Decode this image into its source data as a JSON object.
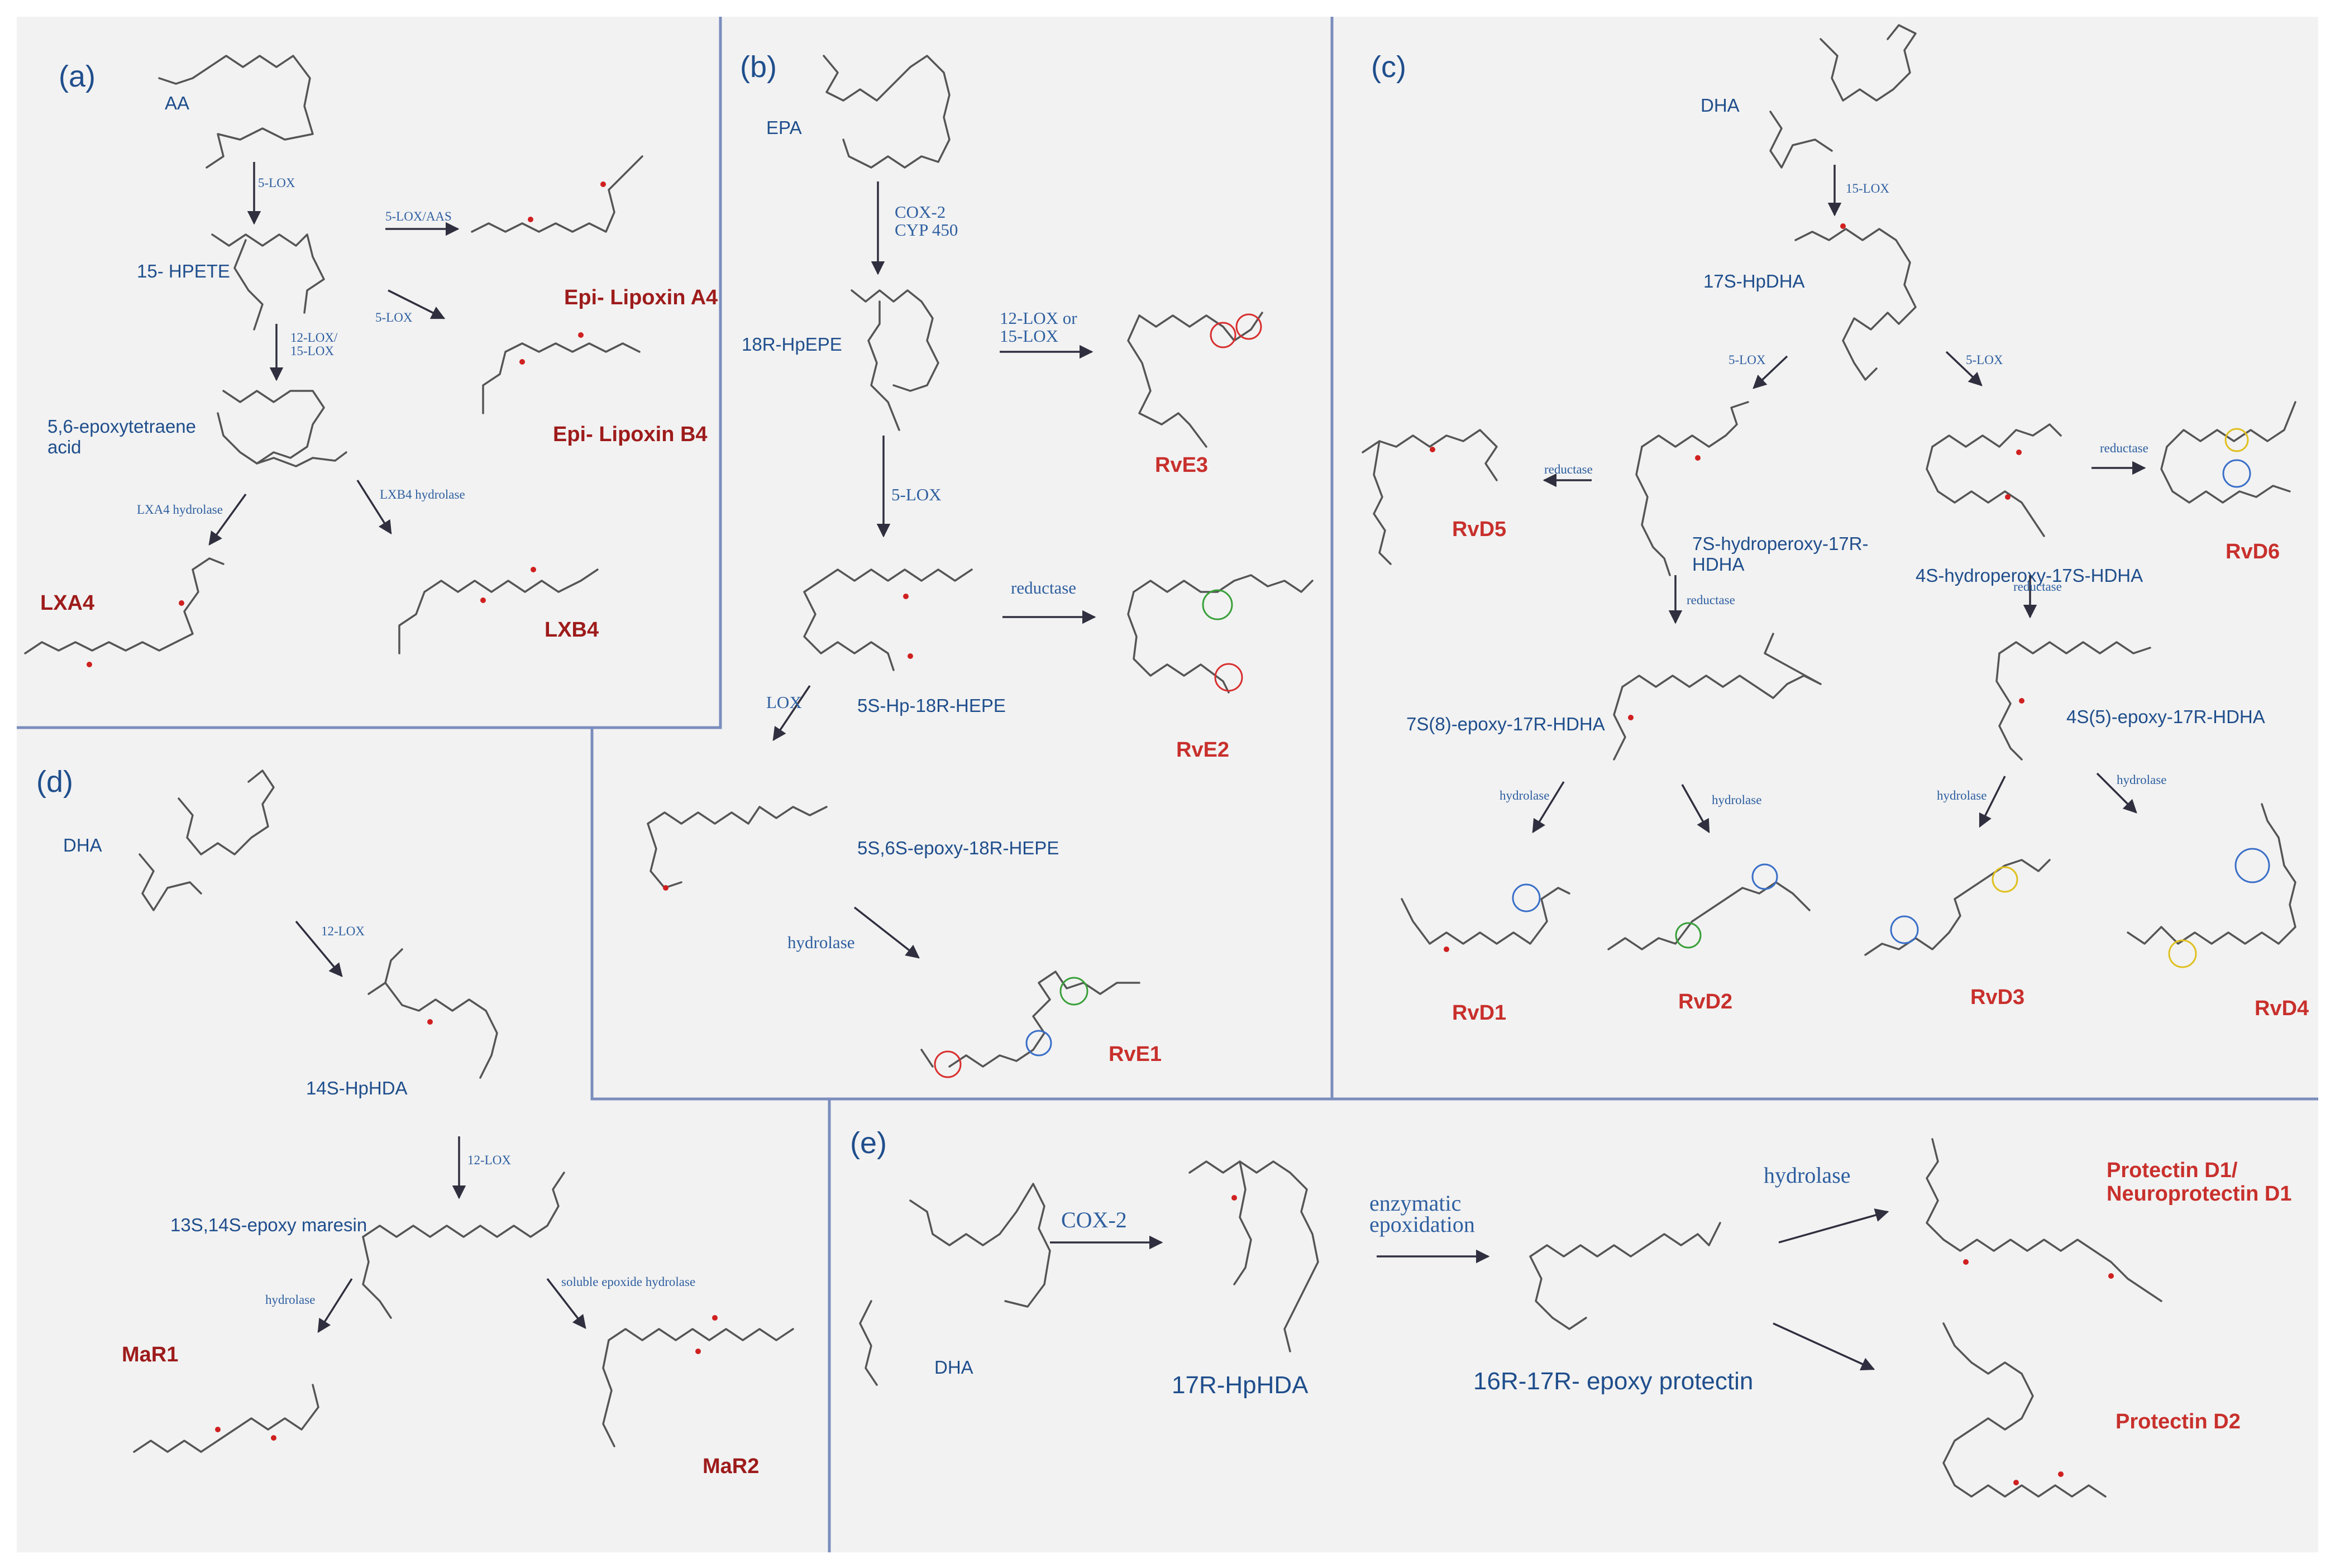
{
  "panels": {
    "a": {
      "label": "(a)",
      "compounds": {
        "aa": "AA",
        "hpete": "15- HPETE",
        "epoxy": "5,6-epoxytetraene",
        "epoxy2": "acid"
      },
      "enzymes": {
        "lox5": "5-LOX",
        "lox5aas": "5-LOX/AAS",
        "lox5b": "5-LOX",
        "lox12": "12-LOX/",
        "lox15": "15-LOX",
        "lxa4h": "LXA4 hydrolase",
        "lxb4h": "LXB4 hydrolase"
      },
      "products": {
        "epi_a4": "Epi- Lipoxin A4",
        "epi_b4": "Epi- Lipoxin B4",
        "lxa4": "LXA4",
        "lxb4": "LXB4"
      }
    },
    "b": {
      "label": "(b)",
      "compounds": {
        "epa": "EPA",
        "hpepe": "18R-HpEPE",
        "hp_hepe": "5S-Hp-18R-HEPE",
        "epoxy_hepe": "5S,6S-epoxy-18R-HEPE"
      },
      "enzymes": {
        "cox2": "COX-2",
        "cyp": "CYP 450",
        "lox12": "12-LOX or",
        "lox15": "15-LOX",
        "lox5": "5-LOX",
        "reductase": "reductase",
        "lox": "LOX",
        "hydrolase": "hydrolase"
      },
      "products": {
        "rve3": "RvE3",
        "rve2": "RvE2",
        "rve1": "RvE1"
      }
    },
    "c": {
      "label": "(c)",
      "compounds": {
        "dha": "DHA",
        "hpdha": "17S-HpDHA",
        "hp7_1": "7S-hydroperoxy-17R-",
        "hp7_2": "HDHA",
        "hp4": "4S-hydroperoxy-17S-HDHA",
        "ep7": "7S(8)-epoxy-17R-HDHA",
        "ep4": "4S(5)-epoxy-17R-HDHA"
      },
      "enzymes": {
        "lox15": "15-LOX",
        "lox5a": "5-LOX",
        "lox5b": "5-LOX",
        "red1": "reductase",
        "red2": "reductase",
        "red3": "reductase",
        "red4": "reductase",
        "hyd1": "hydrolase",
        "hyd2": "hydrolase",
        "hyd3": "hydrolase",
        "hyd4": "hydrolase"
      },
      "products": {
        "rvd5": "RvD5",
        "rvd6": "RvD6",
        "rvd1": "RvD1",
        "rvd2": "RvD2",
        "rvd3": "RvD3",
        "rvd4": "RvD4"
      }
    },
    "d": {
      "label": "(d)",
      "compounds": {
        "dha": "DHA",
        "hpdha": "14S-HpHDA",
        "epoxy": "13S,14S-epoxy maresin"
      },
      "enzymes": {
        "lox12a": "12-LOX",
        "lox12b": "12-LOX",
        "hydrolase": "hydrolase",
        "seh": "soluble epoxide hydrolase"
      },
      "products": {
        "mar1": "MaR1",
        "mar2": "MaR2"
      }
    },
    "e": {
      "label": "(e)",
      "compounds": {
        "dha": "DHA",
        "hphda": "17R-HpHDA",
        "epoxy": "16R-17R- epoxy protectin"
      },
      "enzymes": {
        "cox2": "COX-2",
        "enz1": "enzymatic",
        "enz2": "epoxidation",
        "hydrolase": "hydrolase"
      },
      "products": {
        "pd1a": "Protectin D1/",
        "pd1b": "Neuroprotectin D1",
        "pd2": "Protectin D2"
      }
    }
  },
  "colors": {
    "background": "#f2f2f2",
    "compound_text": "#1f4e8c",
    "product_text": "#9e1b1b",
    "enzyme_text": "#2e5fa0",
    "divider": "#7b8dbd",
    "bond": "#555555",
    "oxygen": "#d02020",
    "circle_red": "#d83030",
    "circle_green": "#3aa03a",
    "circle_blue": "#3a6fc8",
    "circle_yellow": "#e0c020"
  }
}
